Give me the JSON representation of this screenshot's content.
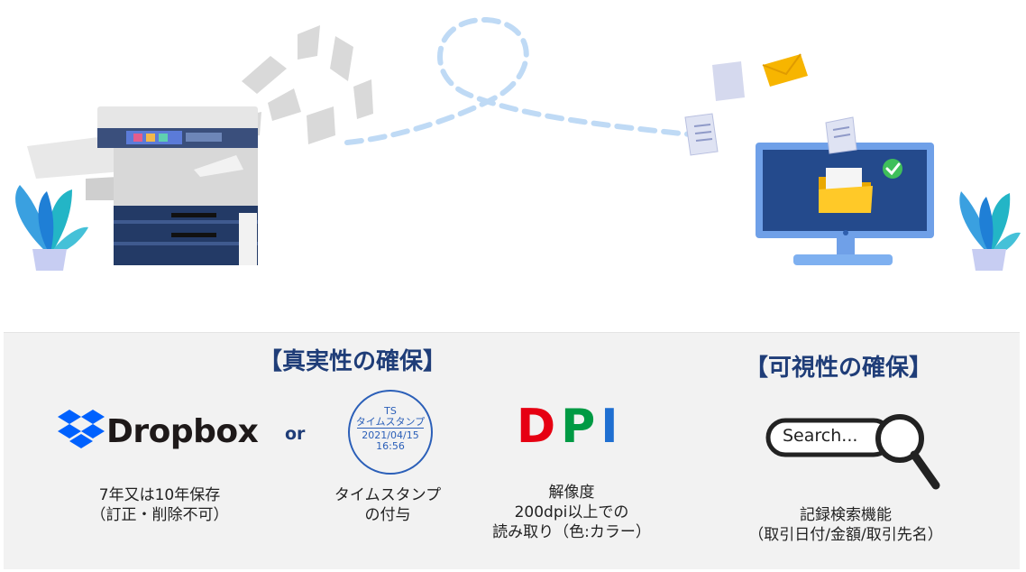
{
  "headings": {
    "authenticity": "【真実性の確保】",
    "visibility": "【可視性の確保】"
  },
  "dropbox": {
    "brand": "Dropbox",
    "caption_line1": "7年又は10年保存",
    "caption_line2": "（訂正・削除不可）"
  },
  "or_label": "or",
  "timestamp": {
    "stamp_top": "TS",
    "stamp_name": "タイムスタンプ",
    "stamp_date": "2021/04/15",
    "stamp_time": "16:56",
    "caption_line1": "タイムスタンプ",
    "caption_line2": "の付与"
  },
  "dpi": {
    "letter_d": "D",
    "letter_p": "P",
    "letter_i": "I",
    "caption_line1": "解像度",
    "caption_line2": "200dpi以上での",
    "caption_line3": "読み取り（色:カラー）"
  },
  "search": {
    "box_text": "Search...",
    "caption_line1": "記録検索機能",
    "caption_line2": "（取引日付/金額/取引先名）"
  },
  "colors": {
    "heading": "#1f3d78",
    "dropbox_blue": "#0061fe",
    "dpi_d": "#e60012",
    "dpi_p": "#009a44",
    "dpi_i": "#1f6fd1",
    "stamp": "#2b5fb8",
    "path_dash": "#bfdaf5",
    "monitor_screen": "#244a8c"
  },
  "icons": [
    "printer-icon",
    "plant-icon",
    "paper-icon",
    "envelope-icon",
    "document-icon",
    "monitor-icon",
    "folder-icon",
    "check-icon",
    "dropbox-logo-icon",
    "magnifier-icon"
  ]
}
